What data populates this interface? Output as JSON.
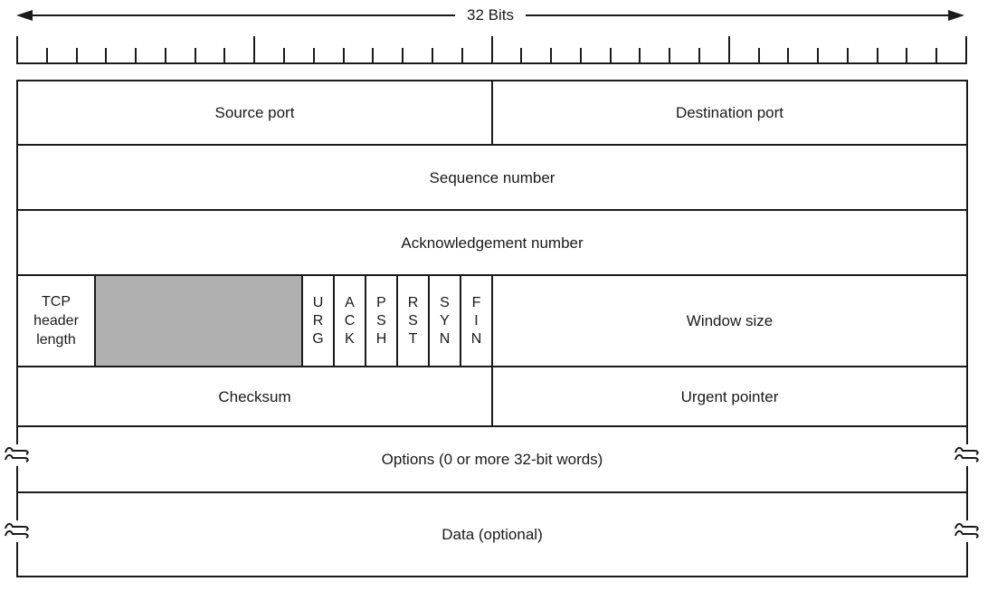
{
  "annotation": {
    "label": "32 Bits"
  },
  "ruler": {
    "total_bits": 32,
    "tick_count": 33,
    "major_tick_every": 8
  },
  "fields": {
    "source_port": "Source port",
    "destination_port": "Destination port",
    "sequence_number": "Sequence number",
    "acknowledgement_number": "Acknowledgement number",
    "tcp_header_length": "TCP header length",
    "flags": [
      "URG",
      "ACK",
      "PSH",
      "RST",
      "SYN",
      "FIN"
    ],
    "window_size": "Window size",
    "checksum": "Checksum",
    "urgent_pointer": "Urgent pointer",
    "options": "Options (0 or more 32-bit words)",
    "data": "Data (optional)"
  },
  "colors": {
    "line": "#1a1a1a",
    "reserved_fill": "#b0b0b0",
    "background": "#ffffff"
  }
}
